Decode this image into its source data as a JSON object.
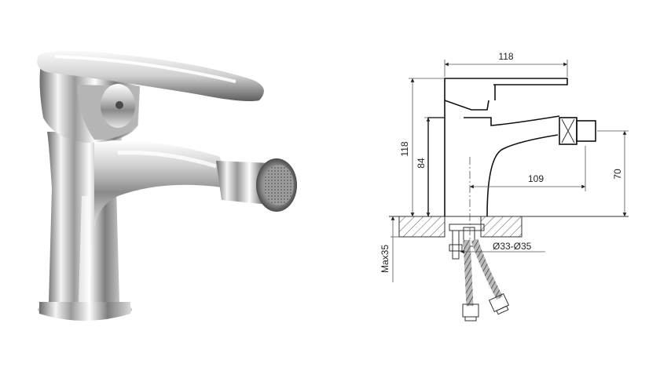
{
  "photo": {
    "subject_icon": "bidet-faucet-photo"
  },
  "drawing": {
    "dimensions": {
      "top_width": "118",
      "overall_height": "118",
      "body_height": "84",
      "spout_reach": "109",
      "spout_height": "70",
      "max_thickness": "Max35",
      "hole_diameter": "Ø33-Ø35"
    }
  }
}
